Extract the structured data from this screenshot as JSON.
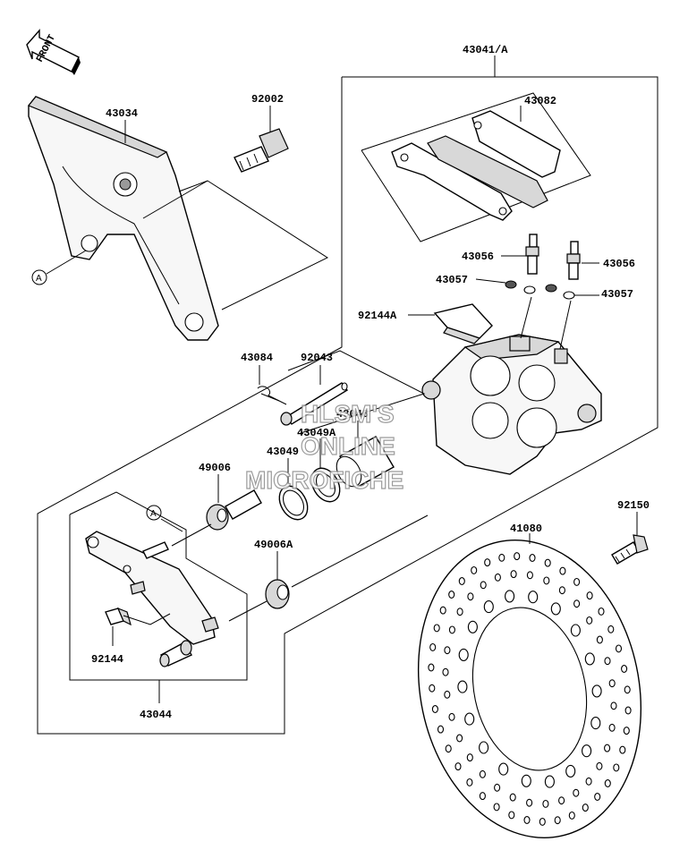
{
  "front_arrow": {
    "text": "FRONT"
  },
  "ref_letters": {
    "a_top": "A",
    "a_bottom": "A"
  },
  "labels": {
    "p43041A": "43041/A",
    "p43034": "43034",
    "p92002": "92002",
    "p43082": "43082",
    "p43056_left": "43056",
    "p43056_right": "43056",
    "p43057_left": "43057",
    "p43057_right": "43057",
    "p92144A": "92144A",
    "p43084": "43084",
    "p92043": "92043",
    "p43048": "43048",
    "p43049A": "43049A",
    "p43049": "43049",
    "p49006": "49006",
    "p49006A": "49006A",
    "p92150": "92150",
    "p41080": "41080",
    "p92144": "92144",
    "p43044": "43044"
  },
  "watermark": {
    "line1": "HLSM'S",
    "line2": "ONLINE",
    "line3": "MICROFICHE"
  }
}
